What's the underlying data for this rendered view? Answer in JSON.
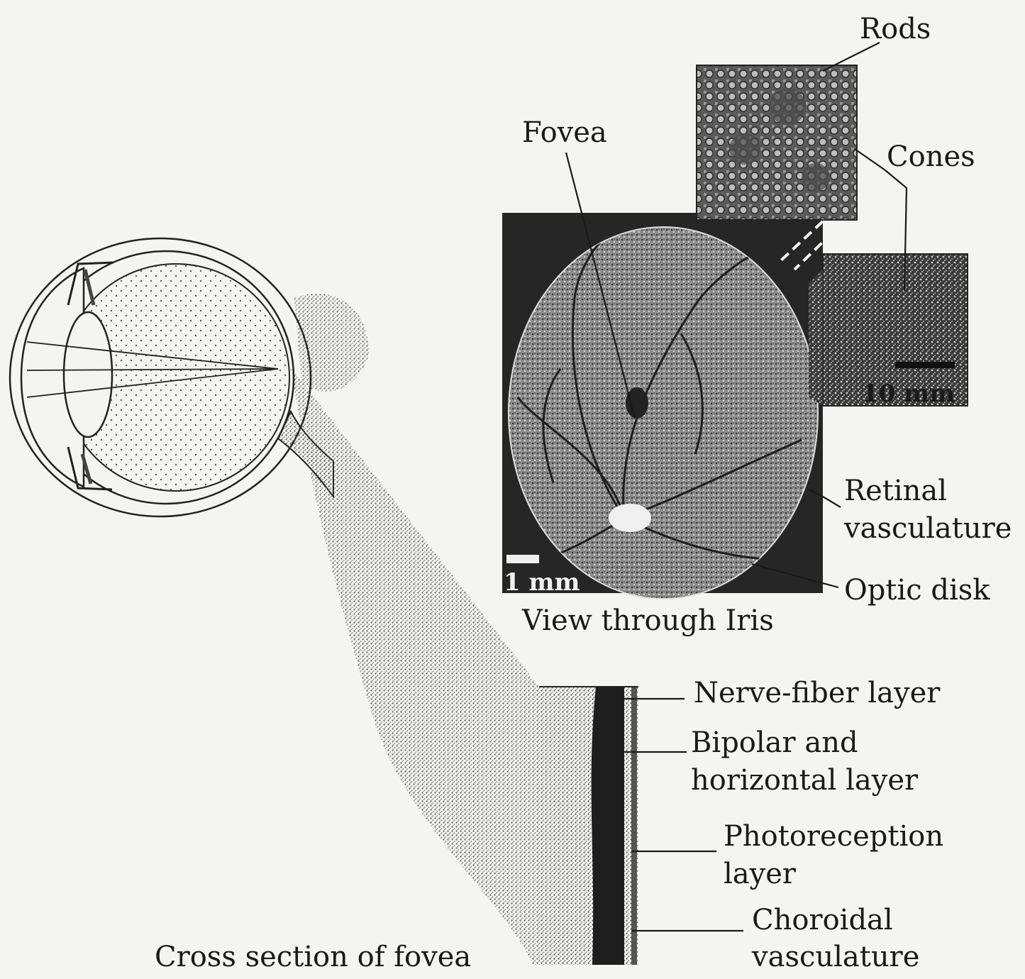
{
  "labels": {
    "rods": "Rods",
    "fovea": "Fovea",
    "cones": "Cones",
    "retinal_vasculature_1": "Retinal",
    "retinal_vasculature_2": "vasculature",
    "optic_disk": "Optic disk",
    "view_through_iris": "View through Iris",
    "nerve_fiber_layer": "Nerve-fiber layer",
    "bipolar_1": "Bipolar and",
    "bipolar_2": "horizontal layer",
    "photoreception_1": "Photoreception",
    "photoreception_2": "layer",
    "choroidal_1": "Choroidal",
    "choroidal_2": "vasculature",
    "cross_section": "Cross section of fovea"
  },
  "scale_bars": {
    "fundus": "1 mm",
    "cones_inset": "10 mm"
  },
  "colors": {
    "ink": "#1a1a1a",
    "paper": "#f4f4f1",
    "dark_panel": "#262626"
  }
}
